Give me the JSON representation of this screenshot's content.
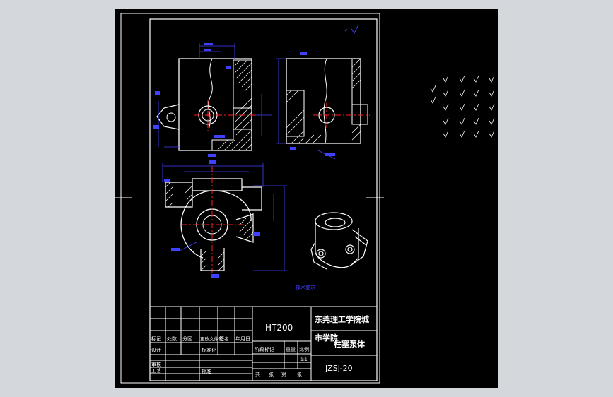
{
  "title_block": {
    "material": "HT200",
    "school_line1": "东莞理工学院城",
    "school_line2": "市学院",
    "part_name": "柱塞泵体",
    "drawing_no": "JZSJ-20",
    "row_headers": [
      "标记",
      "处数",
      "分区",
      "更改文件号",
      "签名",
      "年月日"
    ],
    "design_label": "设计",
    "standardize_label": "标准化",
    "review_label": "审核",
    "process_label": "工艺",
    "approve_label": "批准",
    "stage_header": [
      "阶段标记",
      "重量",
      "比例"
    ],
    "scale": "1:1",
    "sheets": [
      "共",
      "张",
      "第",
      "张"
    ]
  },
  "notes": {
    "tech_req": "技术要求"
  },
  "colors": {
    "background": "#000000",
    "viewport_bg": "#d4d8dc",
    "outline": "#ffffff",
    "dimension": "#4040ff",
    "centerline": "#ff2020",
    "hatch": "#ffffff",
    "title_text": "#ffffff"
  }
}
